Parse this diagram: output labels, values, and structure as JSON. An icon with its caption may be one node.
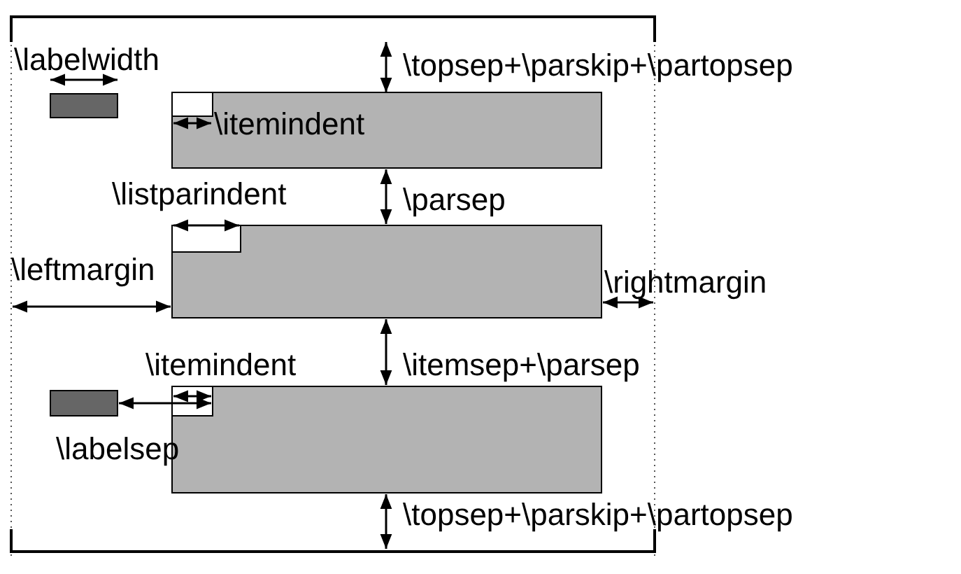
{
  "diagram": {
    "labels": [
      "\\labelwidth",
      "\\topsep+\\parskip+\\partopsep",
      "\\itemindent",
      "\\listparindent",
      "\\parsep",
      "\\leftmargin",
      "\\rightmargin",
      "\\itemindent",
      "\\itemsep+\\parsep",
      "\\labelsep",
      "\\topsep+\\parskip+\\partopsep"
    ]
  }
}
